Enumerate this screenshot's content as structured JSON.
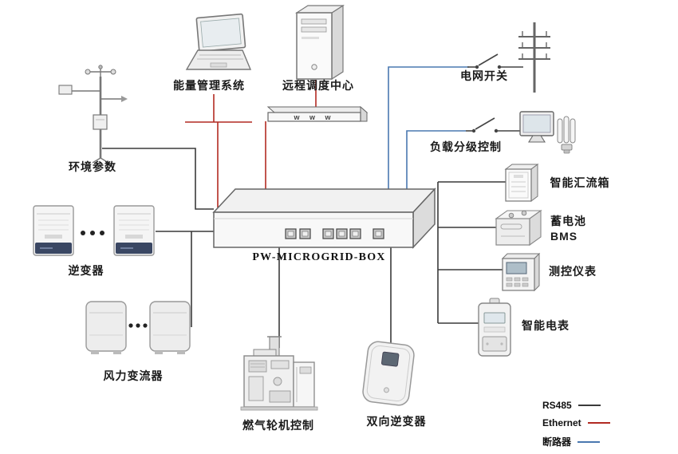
{
  "colors": {
    "rs485": "#3a3a3a",
    "ethernet": "#b22a22",
    "breaker": "#4a78b0"
  },
  "center_box": {
    "label": "PW-MICROGRID-BOX"
  },
  "nodes": {
    "ems": {
      "label": "能量管理系统"
    },
    "dispatch": {
      "label": "远程调度中心"
    },
    "hub": {
      "label": "w w w"
    },
    "grid_switch": {
      "label": "电网开关"
    },
    "load_control": {
      "label": "负载分级控制"
    },
    "env": {
      "label": "环境参数"
    },
    "inverter": {
      "label": "逆变器"
    },
    "wind": {
      "label": "风力变流器"
    },
    "gas_turbine": {
      "label": "燃气轮机控制"
    },
    "bidirectional_inverter": {
      "label": "双向逆变器"
    },
    "combiner": {
      "label": "智能汇流箱"
    },
    "battery": {
      "label_line1": "蓄电池",
      "label_line2": "BMS"
    },
    "instrument": {
      "label": "测控仪表"
    },
    "smart_meter": {
      "label": "智能电表"
    }
  },
  "legend": {
    "items": [
      {
        "label": "RS485",
        "color": "#3a3a3a"
      },
      {
        "label": "Ethernet",
        "color": "#b22a22"
      },
      {
        "label": "断路器",
        "color": "#4a78b0"
      }
    ]
  }
}
